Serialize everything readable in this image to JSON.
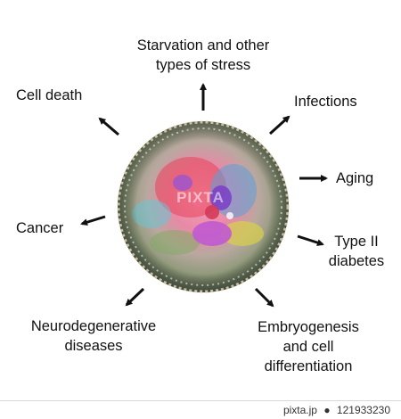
{
  "labels": {
    "starvation": "Starvation and other\ntypes of stress",
    "infections": "Infections",
    "aging": "Aging",
    "diabetes": "Type II\ndiabetes",
    "embryogenesis": "Embryogenesis\nand cell\ndifferentiation",
    "neuro": "Neurodegenerative\ndiseases",
    "cancer": "Cancer",
    "cell_death": "Cell death"
  },
  "watermark": "PIXTA",
  "footer": {
    "site": "pixta.jp",
    "image_number": "121933230"
  }
}
